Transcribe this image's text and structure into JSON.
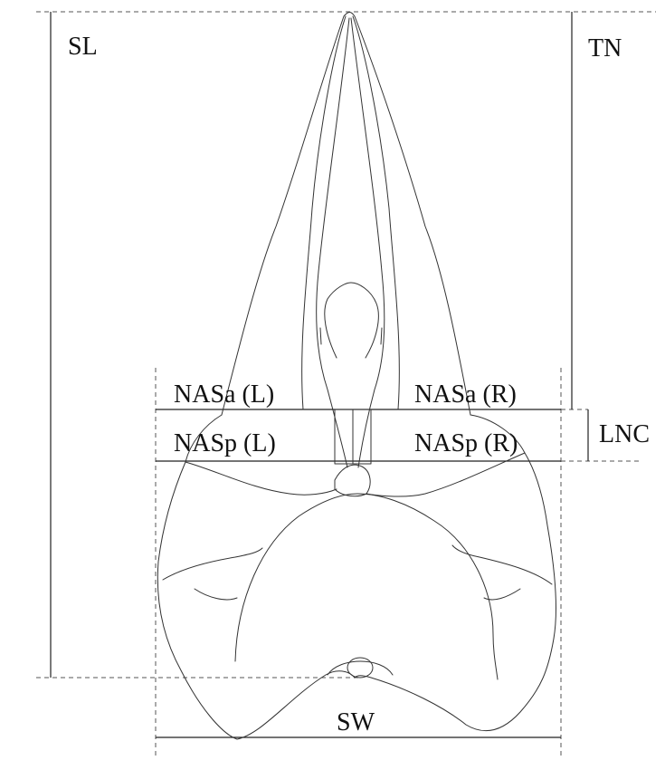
{
  "labels": {
    "sl": "SL",
    "tn": "TN",
    "nasa_l": "NASa (L)",
    "nasa_r": "NASa (R)",
    "nasp_l": "NASp (L)",
    "nasp_r": "NASp (R)",
    "lnc": "LNC",
    "sw": "SW"
  }
}
